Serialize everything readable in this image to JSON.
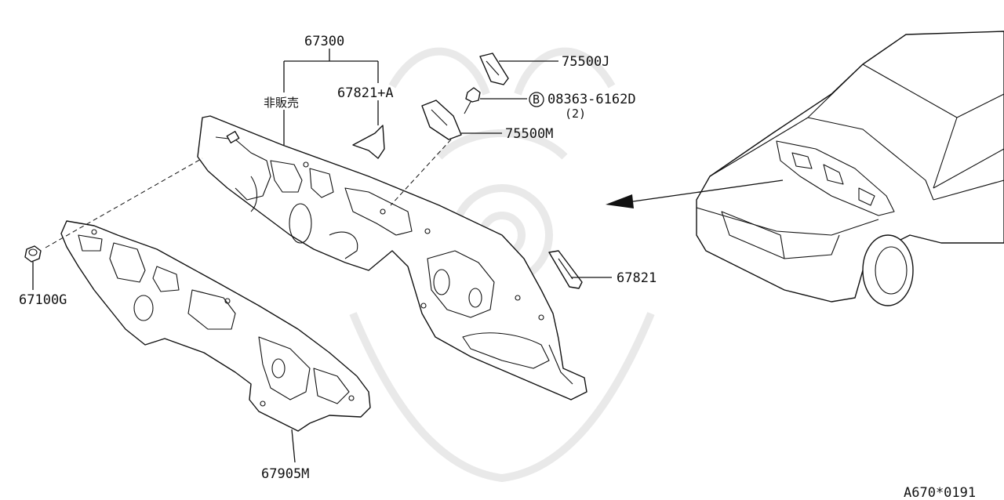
{
  "diagram": {
    "labels": {
      "p67300": "67300",
      "hiHanbai": "非販売",
      "p67821A": "67821+A",
      "p75500J": "75500J",
      "boltCircle": "B",
      "p08363": "08363-6162D",
      "qty2": "(2)",
      "p75500M": "75500M",
      "p67821": "67821",
      "p67100G": "67100G",
      "p67905M": "67905M",
      "ref": "A670*0191"
    }
  }
}
